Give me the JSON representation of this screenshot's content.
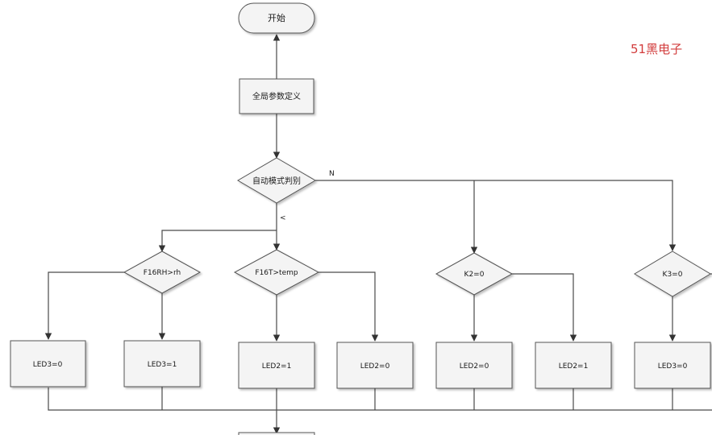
{
  "diagram": {
    "start_label": "开始",
    "global_def_label": "全局参数定义",
    "auto_mode_label": "自动模式判别",
    "branch_n": "N",
    "branch_y": "<",
    "cond_rh": "F16RH>rh",
    "cond_temp": "F16T>temp",
    "cond_k2": "K2=0",
    "cond_k3": "K3=0",
    "box_led3_0_a": "LED3=0",
    "box_led3_1": "LED3=1",
    "box_led2_1_a": "LED2=1",
    "box_led2_0_a": "LED2=0",
    "box_led2_0_b": "LED2=0",
    "box_led2_1_b": "LED2=1",
    "box_led3_0_b": "LED3=0"
  },
  "watermark": "51黑电子",
  "colors": {
    "line": "#4a4a4a",
    "box_fill": "#f4f4f4",
    "watermark": "#d23c3c"
  }
}
